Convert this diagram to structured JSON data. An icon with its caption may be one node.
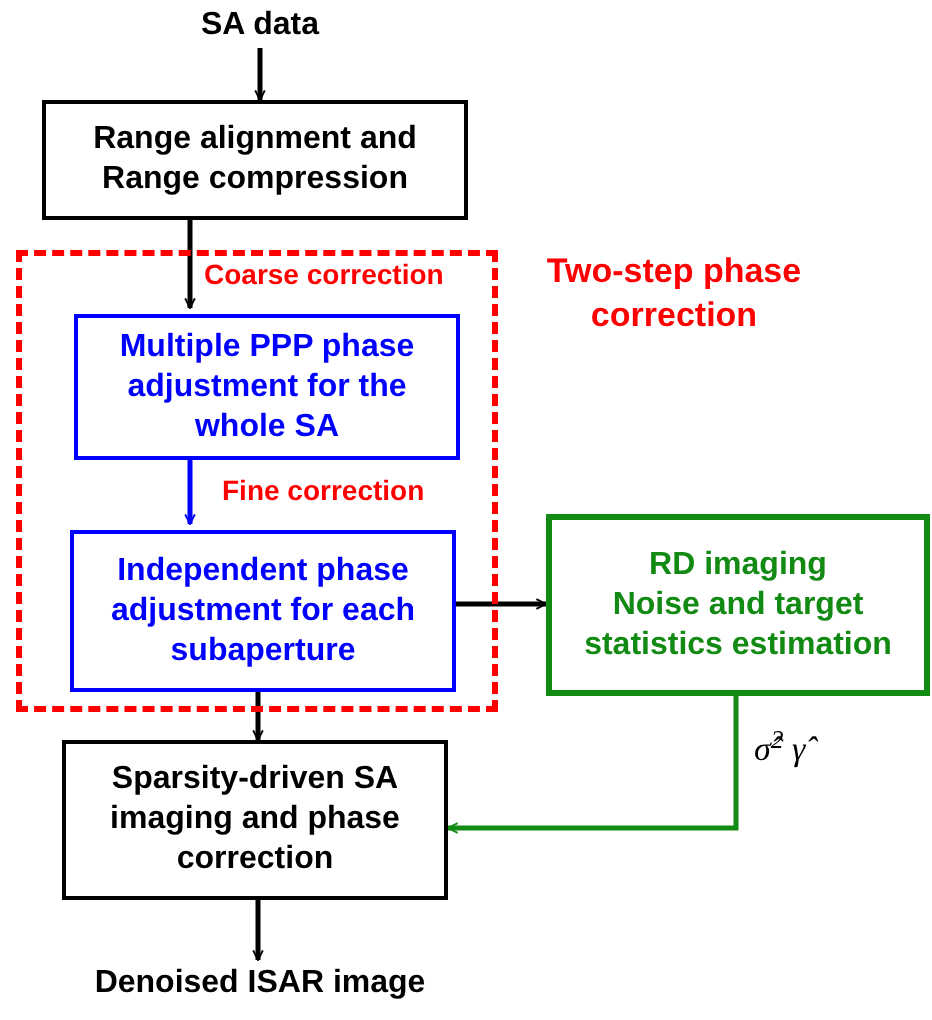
{
  "diagram": {
    "nodes": [
      {
        "text": [
          "SA data"
        ]
      },
      {
        "text": [
          "Range alignment and Range compression"
        ]
      },
      {
        "text": [
          "Two-step phase correction"
        ]
      },
      {
        "text": [
          "Multiple PPP phase adjustment for the whole SA"
        ],
        "in": 2
      },
      {
        "text": [
          "Independent phase adjustment for each subaperture"
        ],
        "in": 2
      },
      {
        "text": [
          "RD imaging",
          "Noise and target statistics estimation"
        ]
      },
      {
        "text": [
          "Sparsity-driven SA imaging and phase correction"
        ]
      },
      {
        "text": [
          "Denoised ISAR image"
        ]
      }
    ],
    "edges": [
      {
        "from": 0,
        "to": 1,
        "arrow": "to"
      },
      {
        "from": 1,
        "to": 3,
        "arrow": "to",
        "label": "Coarse correction"
      },
      {
        "from": 3,
        "to": 4,
        "arrow": "to",
        "label": "Fine correction",
        "color": "#0000ff"
      },
      {
        "from": 4,
        "to": 5,
        "arrow": "to"
      },
      {
        "from": 4,
        "to": 6,
        "arrow": "to"
      },
      {
        "from": 5,
        "to": 6,
        "arrow": "to",
        "label": "σ̂$^{2}$ γ̂",
        "color": "#138a13"
      },
      {
        "from": 6,
        "to": 7,
        "arrow": "to"
      }
    ]
  }
}
